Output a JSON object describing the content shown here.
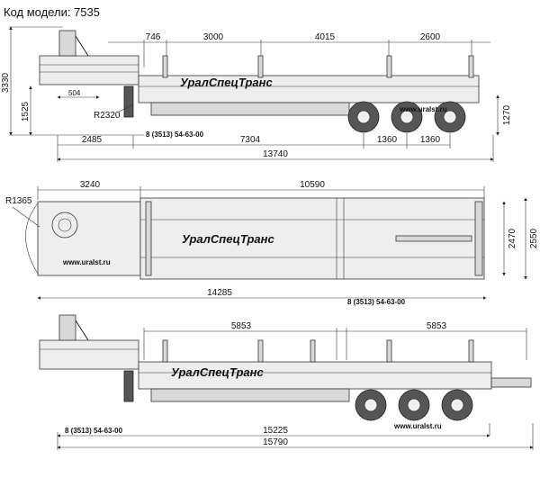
{
  "header": {
    "model_label": "Код модели: 7535"
  },
  "branding": {
    "company": "УралСпецТранс",
    "phone": "8 (3513) 54-63-00",
    "website": "www.uralst.ru"
  },
  "view1": {
    "top_dims": [
      "746",
      "3000",
      "4015",
      "2600"
    ],
    "height_total": "3330",
    "height_deck": "1525",
    "height_rear": "1270",
    "kingpin_offset": "504",
    "swing_radius": "R2320",
    "bottom_dims": [
      "2485",
      "7304",
      "1360",
      "1360"
    ],
    "overall_length": "13740"
  },
  "view2": {
    "top_dims": [
      "3240",
      "10590"
    ],
    "radius": "R1365",
    "width_inner": "2470",
    "width_outer": "2550",
    "length": "14285"
  },
  "view3": {
    "top_dims": [
      "5853",
      "5853"
    ],
    "length_inner": "15225",
    "length_overall": "15790"
  },
  "colors": {
    "line": "#222222",
    "fill": "#d9d9d9"
  }
}
